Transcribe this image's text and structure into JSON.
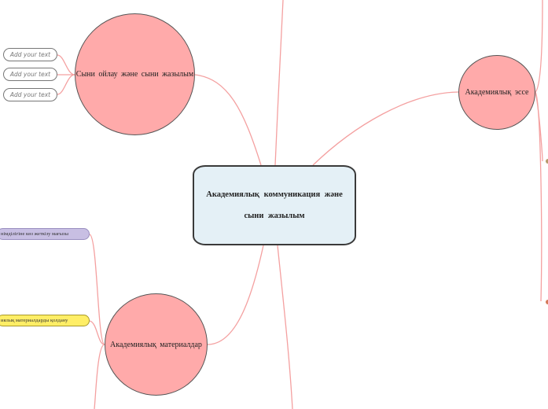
{
  "central": {
    "line1": "Академиялық коммуникация және",
    "line2": "сыни жазылым"
  },
  "topics": {
    "critical": "Сыни ойлау және сыни жазылым",
    "essay": "Академиялық эссе",
    "materials": "Академиялық материалдар"
  },
  "subtopics": {
    "placeholder1": "Add your text",
    "placeholder2": "Add your text",
    "placeholder3": "Add your text",
    "materials_item1": "німділігіне көз жеткізу мағызы",
    "materials_item2": "иялық материалдарды қолдану"
  },
  "colors": {
    "topic_fill": "#ffaaaa",
    "central_fill": "#e4f0f6",
    "link": "#f4a0a0",
    "tag_purple": "#c8bfe3",
    "tag_yellow": "#ffee66"
  }
}
